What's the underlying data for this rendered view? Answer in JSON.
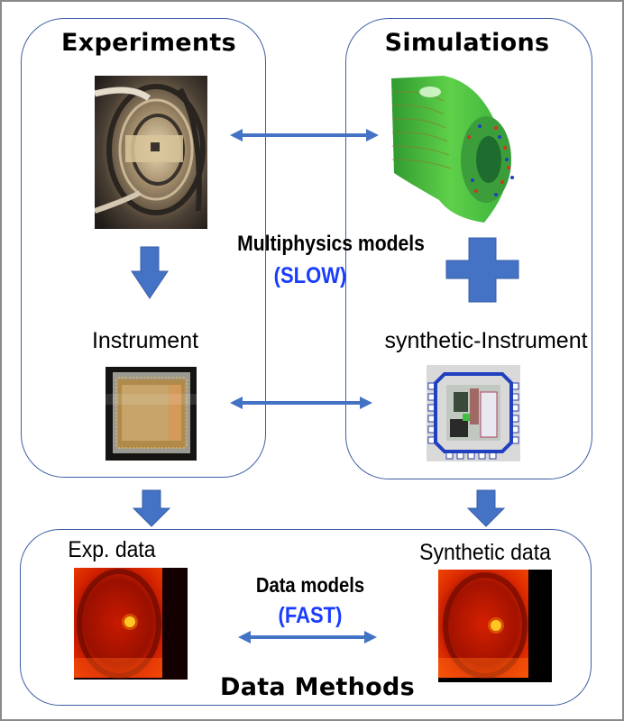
{
  "diagram": {
    "experiments": {
      "title": "Experiments",
      "image": "tokamak-interior-photo",
      "instrument_label": "Instrument",
      "instrument_image": "detector-chip-photo"
    },
    "simulations": {
      "title": "Simulations",
      "image": "plasma-turbulence-torus-render",
      "instrument_label": "synthetic-Instrument",
      "instrument_image": "ic-layout-render"
    },
    "center": {
      "multiphysics_label": "Multiphysics models",
      "multiphysics_speed": "(SLOW)"
    },
    "data_methods": {
      "title": "Data Methods",
      "exp_data_label": "Exp. data",
      "synthetic_data_label": "Synthetic data",
      "data_models_label": "Data models",
      "data_models_speed": "(FAST)",
      "exp_image": "experimental-heatmap",
      "synthetic_image": "synthetic-heatmap"
    },
    "connectors": [
      {
        "from": "Experiments image",
        "to": "Simulations image",
        "type": "double-arrow"
      },
      {
        "from": "Instrument",
        "to": "synthetic-Instrument",
        "type": "double-arrow"
      },
      {
        "from": "Experiments",
        "to": "Instrument",
        "type": "down-arrow"
      },
      {
        "from": "Simulations",
        "to": "synthetic-Instrument",
        "type": "plus"
      },
      {
        "from": "Instrument",
        "to": "Exp. data",
        "type": "down-arrow"
      },
      {
        "from": "synthetic-Instrument",
        "to": "Synthetic data",
        "type": "down-arrow"
      },
      {
        "from": "Exp. data",
        "to": "Synthetic data",
        "type": "double-arrow"
      }
    ],
    "colors": {
      "box_border": "#3d5fa3",
      "arrow_fill": "#4472c4",
      "speed_text": "#1a3cff",
      "frame_border": "#8a8a8a"
    }
  }
}
